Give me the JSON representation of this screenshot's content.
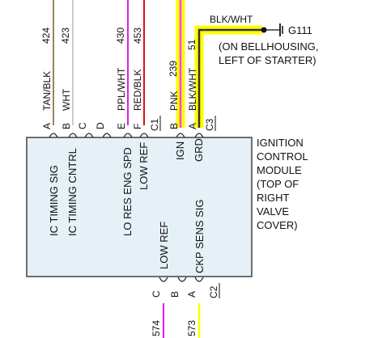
{
  "colors": {
    "tan": "#a08060",
    "white": "#cccccc",
    "purple": "#e020e0",
    "red": "#e01010",
    "pink": "#ff40ff",
    "yellow": "#ffff00",
    "black": "#333333",
    "module_fill": "#e6f0f7",
    "module_border": "#404040"
  },
  "top_wires": [
    {
      "circuit": "424",
      "label": "TAN/BLK",
      "pin": "A",
      "color": "tan"
    },
    {
      "circuit": "423",
      "label": "WHT",
      "pin": "B",
      "color": "white"
    },
    {
      "circuit": "",
      "label": "",
      "pin": "C",
      "color": ""
    },
    {
      "circuit": "",
      "label": "",
      "pin": "D",
      "color": ""
    },
    {
      "circuit": "430",
      "label": "PPL/WHT",
      "pin": "E",
      "color": "purple"
    },
    {
      "circuit": "453",
      "label": "RED/BLK",
      "pin": "F",
      "color": "red"
    },
    {
      "circuit": "239",
      "label": "PNK",
      "pin": "B",
      "color": "pink"
    },
    {
      "circuit": "51",
      "label": "BLK/WHT",
      "pin": "A",
      "color": "black"
    }
  ],
  "connectors": {
    "c1": "C1",
    "c2": "C2",
    "c3": "C3"
  },
  "ground": {
    "wire_label": "BLK/WHT",
    "id": "G111",
    "location_line1": "(ON BELLHOUSING,",
    "location_line2": "LEFT OF STARTER)"
  },
  "module": {
    "title_lines": [
      "IGNITION",
      "CONTROL",
      "MODULE",
      "(TOP OF",
      "RIGHT",
      "VALVE",
      "COVER)"
    ],
    "internal_labels_top": [
      "IC TIMING SIG",
      "IC TIMING CNTRL",
      "LO RES ENG SPD",
      "LOW REF",
      "IGN",
      "GRD"
    ],
    "internal_labels_bottom": [
      "LOW REF",
      "CKP SENS SIG"
    ]
  },
  "bottom_wires": [
    {
      "circuit": "574",
      "pin": "C",
      "color": "purple"
    },
    {
      "circuit": "",
      "pin": "B",
      "color": ""
    },
    {
      "circuit": "573",
      "pin": "A",
      "color": "yellow"
    }
  ]
}
